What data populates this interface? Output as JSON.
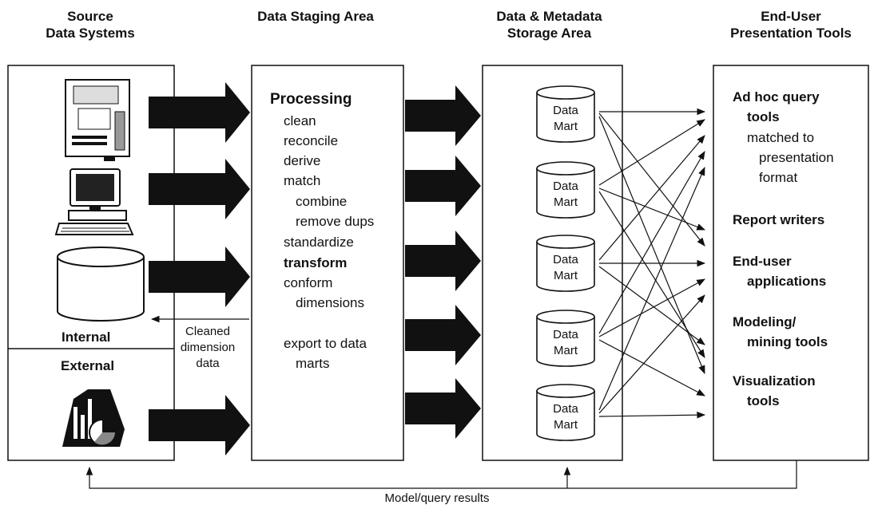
{
  "headers": {
    "source": [
      "Source",
      "Data Systems"
    ],
    "staging": [
      "Data Staging Area"
    ],
    "storage": [
      "Data & Metadata",
      "Storage Area"
    ],
    "presentation": [
      "End-User",
      "Presentation Tools"
    ]
  },
  "source": {
    "internal_label": "Internal",
    "external_label": "External",
    "icons": [
      "server-cabinet-icon",
      "desktop-computer-icon",
      "database-cylinder-icon",
      "chart-graphic-icon"
    ]
  },
  "staging": {
    "processing_title": "Processing",
    "steps": [
      "clean",
      "reconcile",
      "derive",
      "match",
      "combine",
      "remove dups",
      "standardize",
      "transform",
      "conform",
      "dimensions",
      "export to data",
      "marts"
    ]
  },
  "feedback": {
    "cleaned": [
      "Cleaned",
      "dimension",
      "data"
    ],
    "model_query": "Model/query results"
  },
  "storage": {
    "marts": [
      {
        "line1": "Data",
        "line2": "Mart"
      },
      {
        "line1": "Data",
        "line2": "Mart"
      },
      {
        "line1": "Data",
        "line2": "Mart"
      },
      {
        "line1": "Data",
        "line2": "Mart"
      },
      {
        "line1": "Data",
        "line2": "Mart"
      }
    ]
  },
  "tools": {
    "adhoc": [
      "Ad hoc query",
      "tools"
    ],
    "adhoc_sub": [
      "matched to",
      "presentation",
      "format"
    ],
    "report": "Report writers",
    "enduser": [
      "End-user",
      "applications"
    ],
    "modeling": [
      "Modeling/",
      "mining tools"
    ],
    "visualization": [
      "Visualization",
      "tools"
    ]
  },
  "colors": {
    "ink": "#111111",
    "background": "#ffffff"
  }
}
